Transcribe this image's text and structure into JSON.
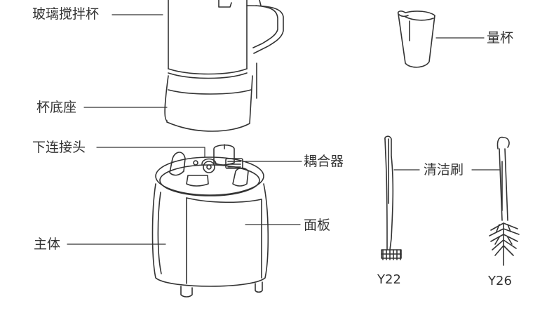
{
  "labels": {
    "glass_jar": "玻璃搅拌杯",
    "cup_base": "杯底座",
    "lower_connector": "下连接头",
    "coupler": "耦合器",
    "main_body": "主体",
    "panel": "面板",
    "measuring_cup": "量杯",
    "cleaning_brush": "清洁刷"
  },
  "brush_models": {
    "short": "Y22",
    "long": "Y26"
  },
  "colors": {
    "line": "#333333",
    "background": "#ffffff"
  }
}
